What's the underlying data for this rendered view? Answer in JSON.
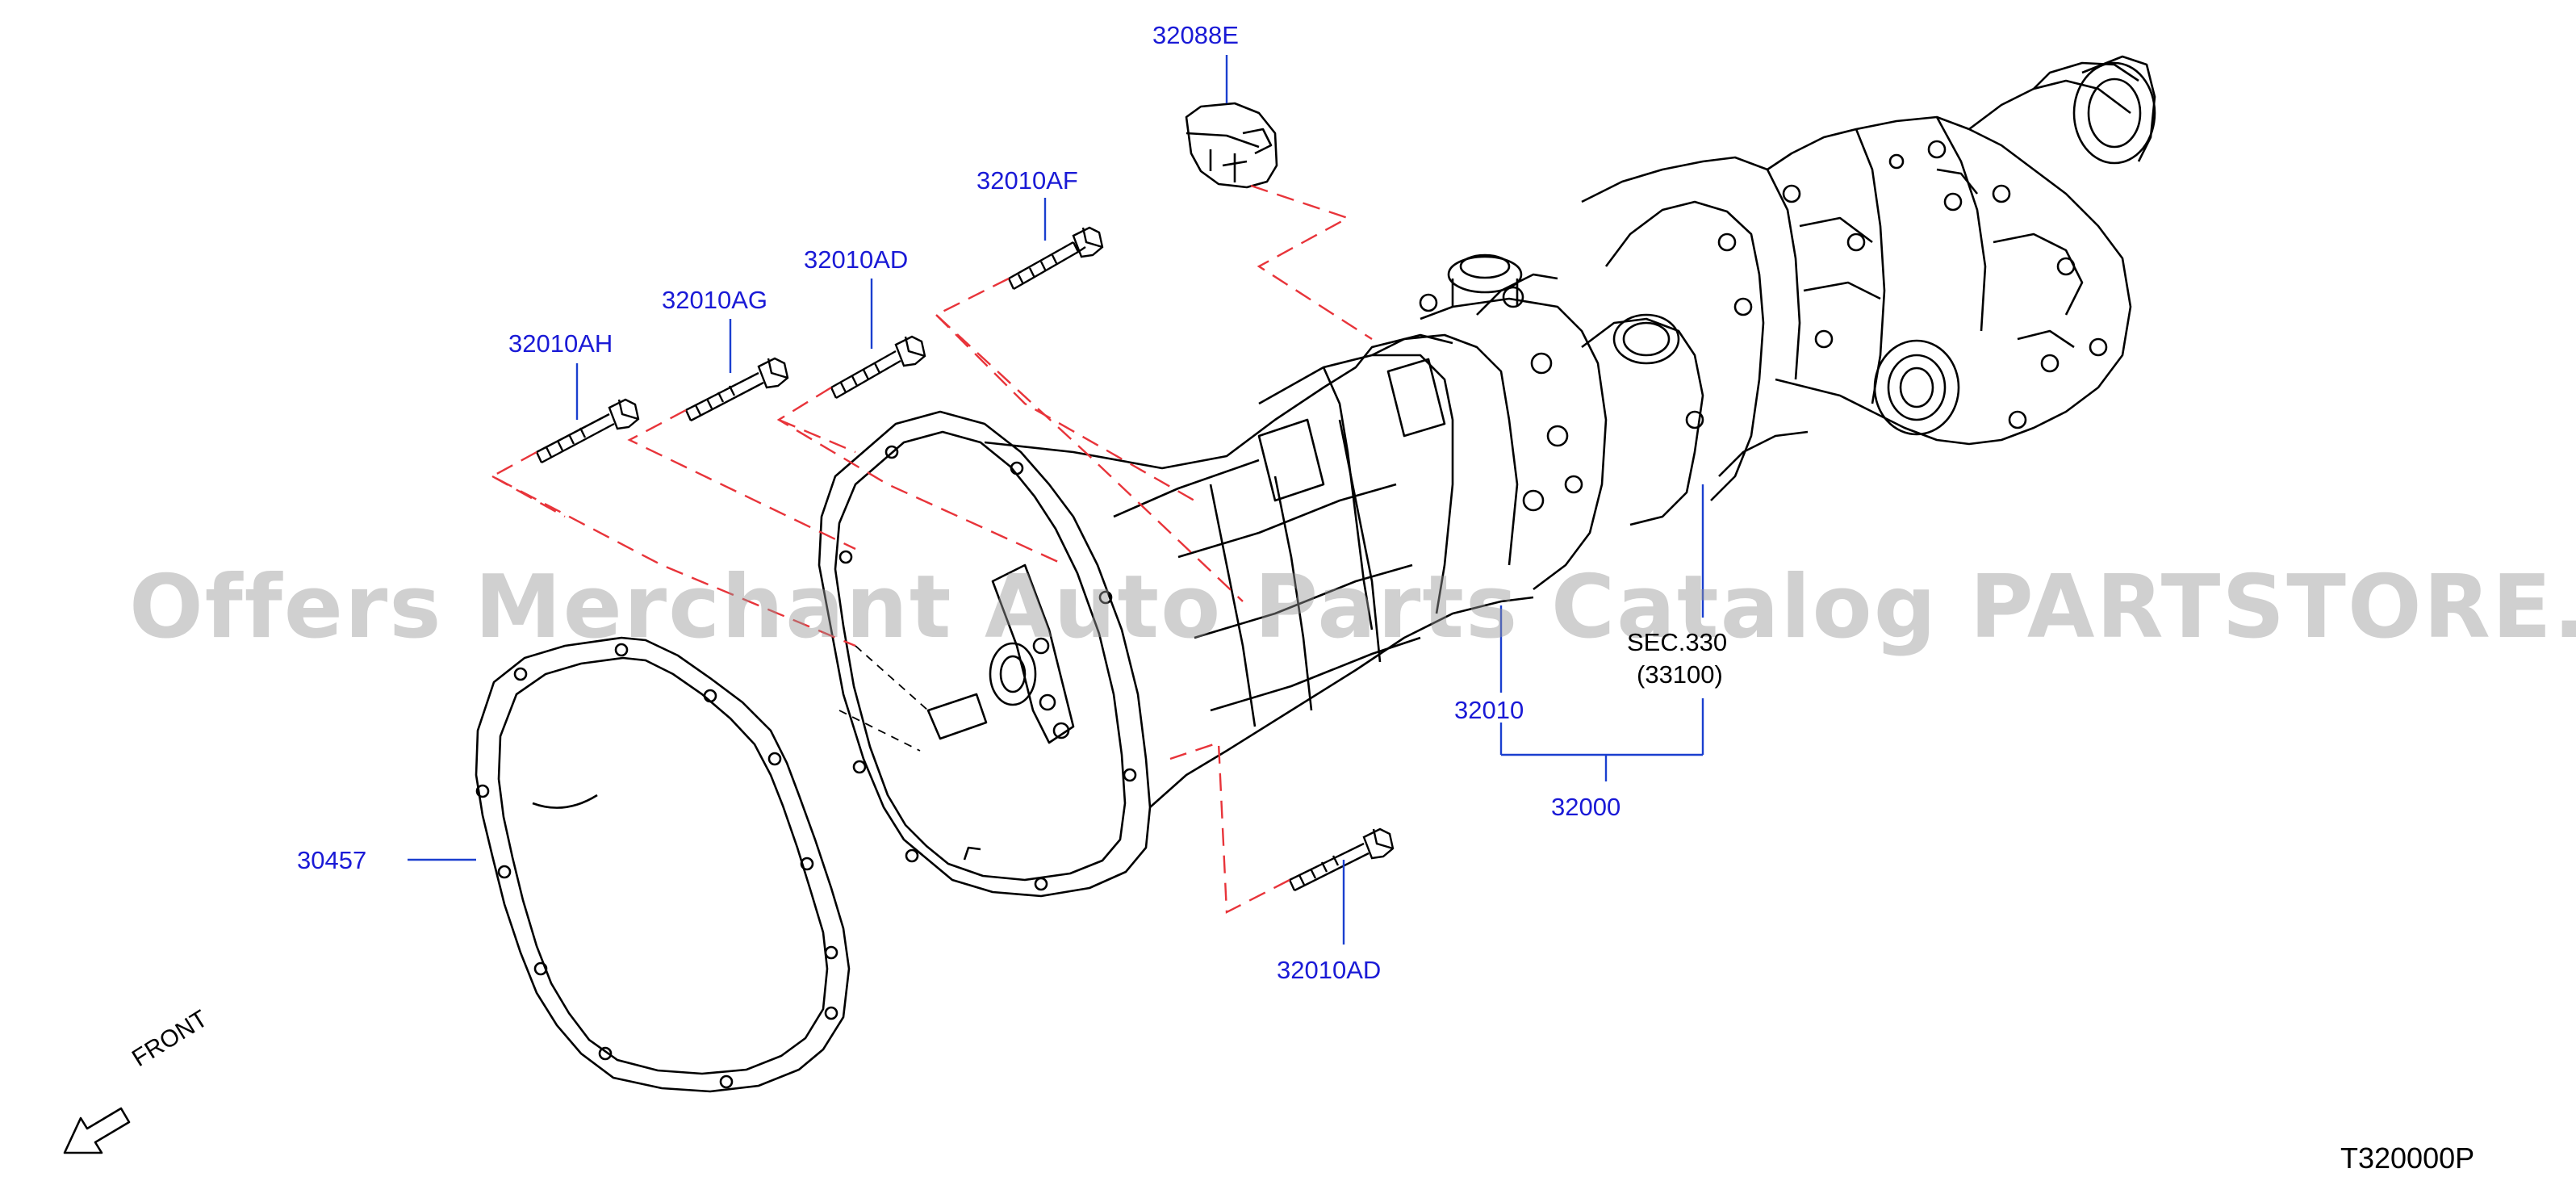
{
  "labels": {
    "p32088E": "32088E",
    "p32010AF": "32010AF",
    "p32010AD_top": "32010AD",
    "p32010AG": "32010AG",
    "p32010AH": "32010AH",
    "p32010": "32010",
    "p32000": "32000",
    "p30457": "30457",
    "p32010AD_bottom": "32010AD",
    "sec_prefix": "SEC.",
    "sec_num": "330",
    "p33100": "(33100)"
  },
  "front_label": "FRONT",
  "diagram_code": "T320000P",
  "watermark": "Offers Merchant Auto Parts Catalog PARTSTORE.SA",
  "colors": {
    "label_blue": "#1a1ad6",
    "leader_blue": "#1a3fcf",
    "dashed_red": "#e8343a",
    "line_black": "#000000",
    "watermark_gray": "#969696"
  }
}
